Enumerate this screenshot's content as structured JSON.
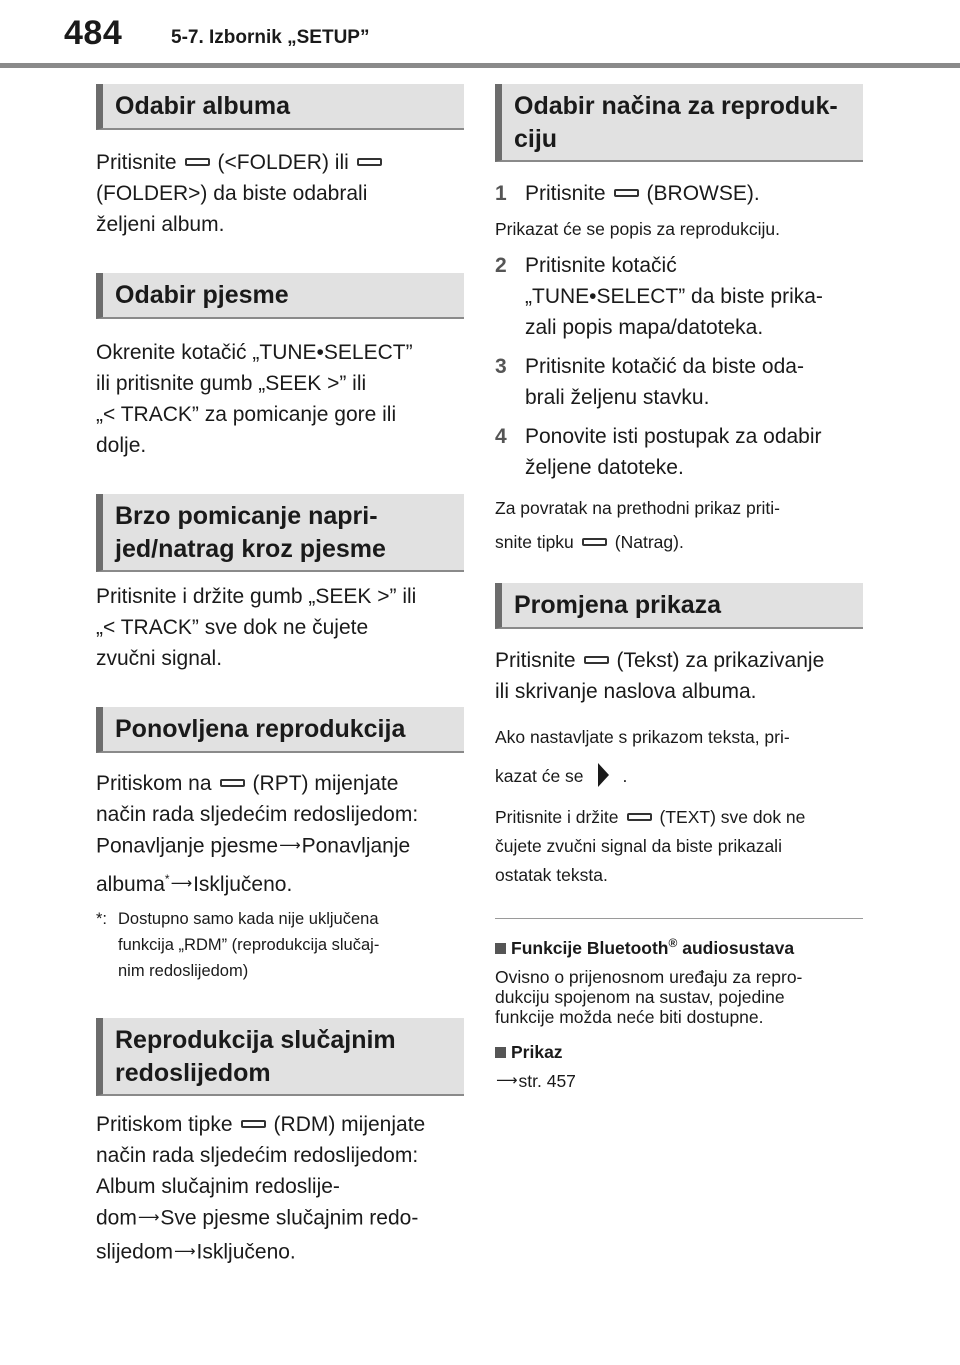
{
  "header": {
    "page_number": "484",
    "section_title": "5-7. Izbornik „SETUP”"
  },
  "left": {
    "album": {
      "heading": "Odabir albuma",
      "text_1": "Pritisnite",
      "text_2": "(<FOLDER) ili",
      "text_3": "(FOLDER>) da biste odabrali",
      "text_4": "željeni album."
    },
    "track": {
      "heading": "Odabir pjesme",
      "lines": [
        "Okrenite kotačić „TUNE•SELECT”",
        "ili pritisnite gumb „SEEK >” ili",
        "„< TRACK” za pomicanje gore ili",
        "dolje."
      ]
    },
    "ffrew": {
      "heading_1": "Brzo pomicanje napri-",
      "heading_2": "jed/natrag kroz pjesme",
      "lines": [
        "Pritisnite i držite gumb „SEEK >” ili",
        "„< TRACK” sve dok ne čujete",
        "zvučni signal."
      ]
    },
    "repeat": {
      "heading": "Ponovljena reprodukcija",
      "text_1": "Pritiskom na",
      "text_2": "(RPT) mijenjate",
      "text_3": "način rada sljedećim redoslijedom:",
      "text_4a": "Ponavljanje pjesme",
      "text_4b": "Ponavljanje",
      "text_5a": "albuma",
      "text_5sup": "*",
      "text_5b": "Isključeno.",
      "note_mark": "*:",
      "note_lines": [
        "Dostupno samo kada nije uključena",
        "funkcija „RDM” (reprodukcija slučaj-",
        "nim redoslijedom)"
      ]
    },
    "random": {
      "heading_1": "Reprodukcija slučajnim",
      "heading_2": "redoslijedom",
      "text_1": "Pritiskom tipke",
      "text_2": "(RDM) mijenjate",
      "text_3": "način rada sljedećim redoslijedom:",
      "text_4": "Album slučajnim redoslije-",
      "text_5a": "dom",
      "text_5b": "Sve pjesme slučajnim redo-",
      "text_6a": "slijedom",
      "text_6b": "Isključeno."
    }
  },
  "right": {
    "mode": {
      "heading_1": "Odabir načina za reproduk-",
      "heading_2": "ciju",
      "step1_num": "1",
      "step1_a": "Pritisnite",
      "step1_b": "(BROWSE).",
      "step1_note": "Prikazat će se popis za reprodukciju.",
      "step2_num": "2",
      "step2_lines": [
        "Pritisnite kotačić",
        "„TUNE•SELECT” da biste prika-",
        "zali popis mapa/datoteka."
      ],
      "step3_num": "3",
      "step3_lines": [
        "Pritisnite kotačić da biste oda-",
        "brali željenu stavku."
      ],
      "step4_num": "4",
      "step4_lines": [
        "Ponovite isti postupak za odabir",
        "željene datoteke."
      ],
      "back_1": "Za povratak na prethodni prikaz priti-",
      "back_2a": "snite tipku",
      "back_2b": "(Natrag)."
    },
    "display": {
      "heading": "Promjena prikaza",
      "text_1a": "Pritisnite",
      "text_1b": "(Tekst) za prikazivanje",
      "text_2": "ili skrivanje naslova albuma.",
      "cont_1": "Ako nastavljate s prikazom teksta, pri-",
      "cont_2a": "kazat će se",
      "cont_2b": ".",
      "hold_1a": "Pritisnite i držite",
      "hold_1b": "(TEXT) sve dok ne",
      "hold_2": "čujete zvučni signal da biste prikazali",
      "hold_3": "ostatak teksta."
    },
    "bt": {
      "heading_a": "Funkcije Bluetooth",
      "heading_reg": "®",
      "heading_b": " audiosustava",
      "lines": [
        "Ovisno o prijenosnom uređaju za repro-",
        "dukciju spojenom na sustav, pojedine",
        "funkcije možda neće biti dostupne."
      ]
    },
    "prikaz": {
      "heading": "Prikaz",
      "ref": "str. 457"
    }
  }
}
